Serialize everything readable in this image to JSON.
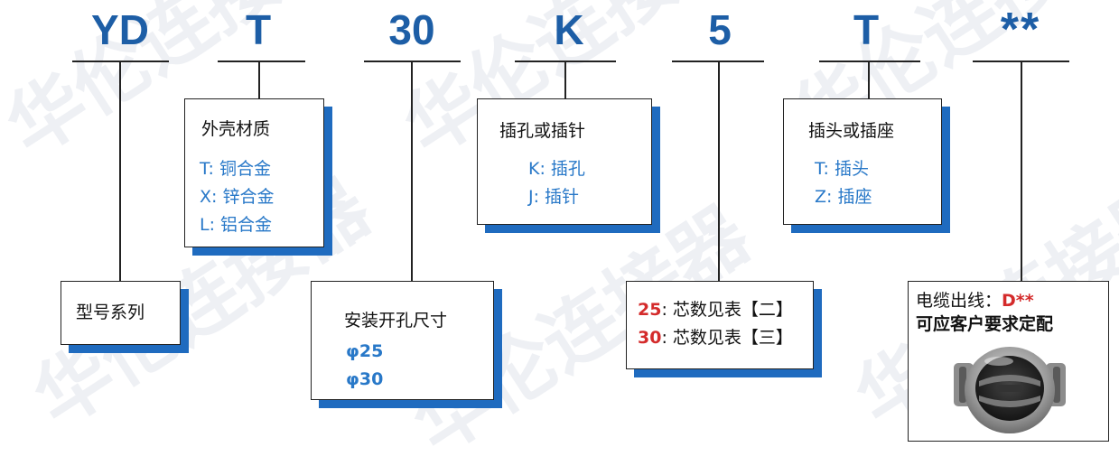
{
  "watermark": "华伦连接器",
  "codes": [
    "YD",
    "T",
    "30",
    "K",
    "5",
    "T",
    "**"
  ],
  "series_box": {
    "label": "型号系列"
  },
  "shell_box": {
    "title": "外壳材质",
    "items": [
      "T: 铜合金",
      "X: 锌合金",
      "L: 铝合金"
    ]
  },
  "hole_box": {
    "title": "安装开孔尺寸",
    "items": [
      "φ25",
      "φ30"
    ]
  },
  "pin_box": {
    "title": "插孔或插针",
    "items": [
      "K: 插孔",
      "J: 插针"
    ]
  },
  "core_box": {
    "items": [
      {
        "code": "25",
        "text": ": 芯数见表【二】"
      },
      {
        "code": "30",
        "text": ": 芯数见表【三】"
      }
    ]
  },
  "plug_box": {
    "title": "插头或插座",
    "items": [
      "T: 插头",
      "Z: 插座"
    ]
  },
  "cable_box": {
    "label": "电缆出线：",
    "code": "D**",
    "note": "可应客户要求定配",
    "image": "connector-photo"
  },
  "colors": {
    "accent_blue": "#1d5ea6",
    "shadow_blue": "#1f6bbf",
    "text_blue": "#2878c8",
    "red": "#d42b2b"
  }
}
